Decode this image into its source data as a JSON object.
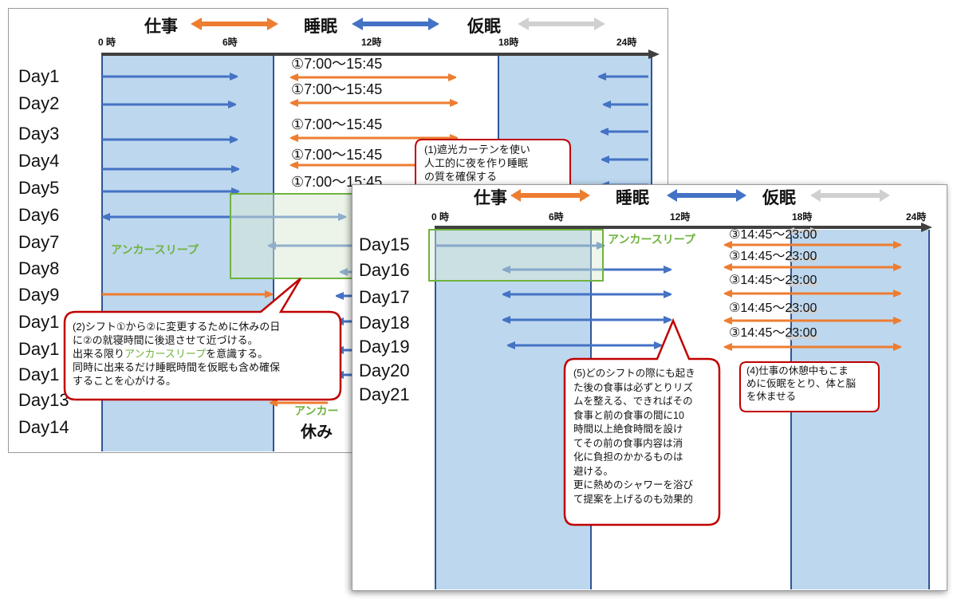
{
  "legend": {
    "work": "仕事",
    "sleep": "睡眠",
    "nap": "仮眠",
    "colors": {
      "work": "#ed7d31",
      "sleep": "#4472c4",
      "nap": "#d0d0d0",
      "band": "#bdd7ee",
      "callout_border": "#c00000",
      "anchor": "#6fb33d"
    }
  },
  "axis_ticks": [
    "0 時",
    "6時",
    "12時",
    "18時",
    "24時"
  ],
  "axis_ticks_panel2": [
    "0 時",
    "6時",
    "12時",
    "18時",
    "24時"
  ],
  "panel1": {
    "days": [
      "Day1",
      "Day2",
      "Day3",
      "Day4",
      "Day5",
      "Day6",
      "Day7",
      "Day8",
      "Day9",
      "Day1",
      "Day1",
      "Day1",
      "Day13",
      "Day14"
    ],
    "shift_label": "①7:00～15:45",
    "rest_label": "休み",
    "anchor_label": "アンカースリープ",
    "anchor_label_bottom": "アンカー",
    "callout1": {
      "lines": [
        "(1)遮光カーテンを使い",
        "人工的に夜を作り睡眠",
        "の質を確保する"
      ]
    },
    "callout2": {
      "line1": "(2)シフト①から②に変更するために休みの日",
      "line2": "に②の就寝時間に後退させて近づける。",
      "line3_before": "出来る限り",
      "line3_highlight": "アンカースリープ",
      "line3_after": "を意識する。",
      "line4": "同時に出来るだけ睡眠時間を仮眠も含め確保",
      "line5": "することを心がける。"
    }
  },
  "panel2": {
    "days": [
      "Day15",
      "Day16",
      "Day17",
      "Day18",
      "Day19",
      "Day20",
      "Day21"
    ],
    "shift_label": "③14:45～23:00",
    "anchor_label": "アンカースリープ",
    "callout4": {
      "lines": [
        "(4)仕事の休憩中もこま",
        "めに仮眠をとり、体と脳",
        "を休ませる"
      ]
    },
    "callout5": {
      "lines": [
        "(5)どのシフトの際にも起き",
        "た後の食事は必ずとりリズ",
        "ムを整える、できればその",
        "食事と前の食事の間に10",
        "時間以上絶食時間を設け",
        "てその前の食事内容は消",
        "化に負担のかかるものは",
        "避ける。",
        "更に熱めのシャワーを浴び",
        "て提案を上げるのも効果的"
      ]
    }
  }
}
